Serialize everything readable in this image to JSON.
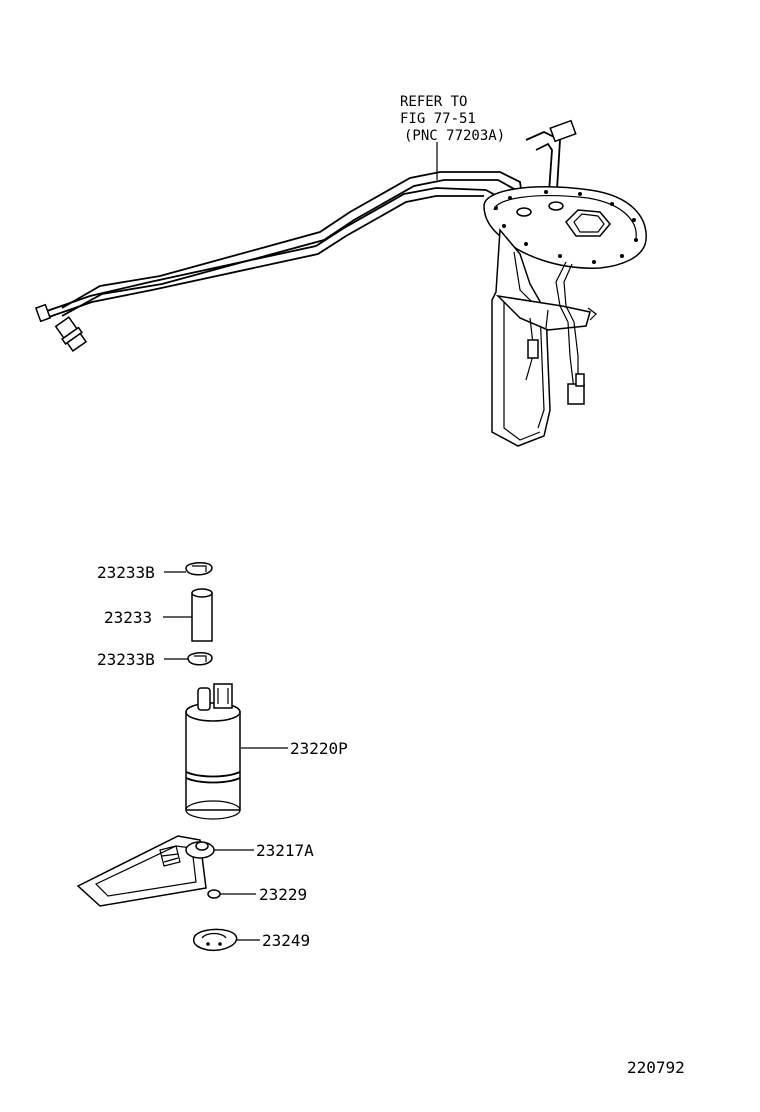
{
  "reference_note": {
    "line1": "REFER TO",
    "line2": "FIG 77-51",
    "line3": "(PNC 77203A)"
  },
  "parts": [
    {
      "id": "clamp_upper",
      "label": "23233B"
    },
    {
      "id": "hose",
      "label": "23233"
    },
    {
      "id": "clamp_lower",
      "label": "23233B"
    },
    {
      "id": "fuel_pump",
      "label": "23220P"
    },
    {
      "id": "filter",
      "label": "23217A"
    },
    {
      "id": "clip",
      "label": "23229"
    },
    {
      "id": "rubber_cushion",
      "label": "23249"
    }
  ],
  "figure_number": "220792",
  "colors": {
    "ink": "#000000",
    "paper": "#ffffff"
  }
}
